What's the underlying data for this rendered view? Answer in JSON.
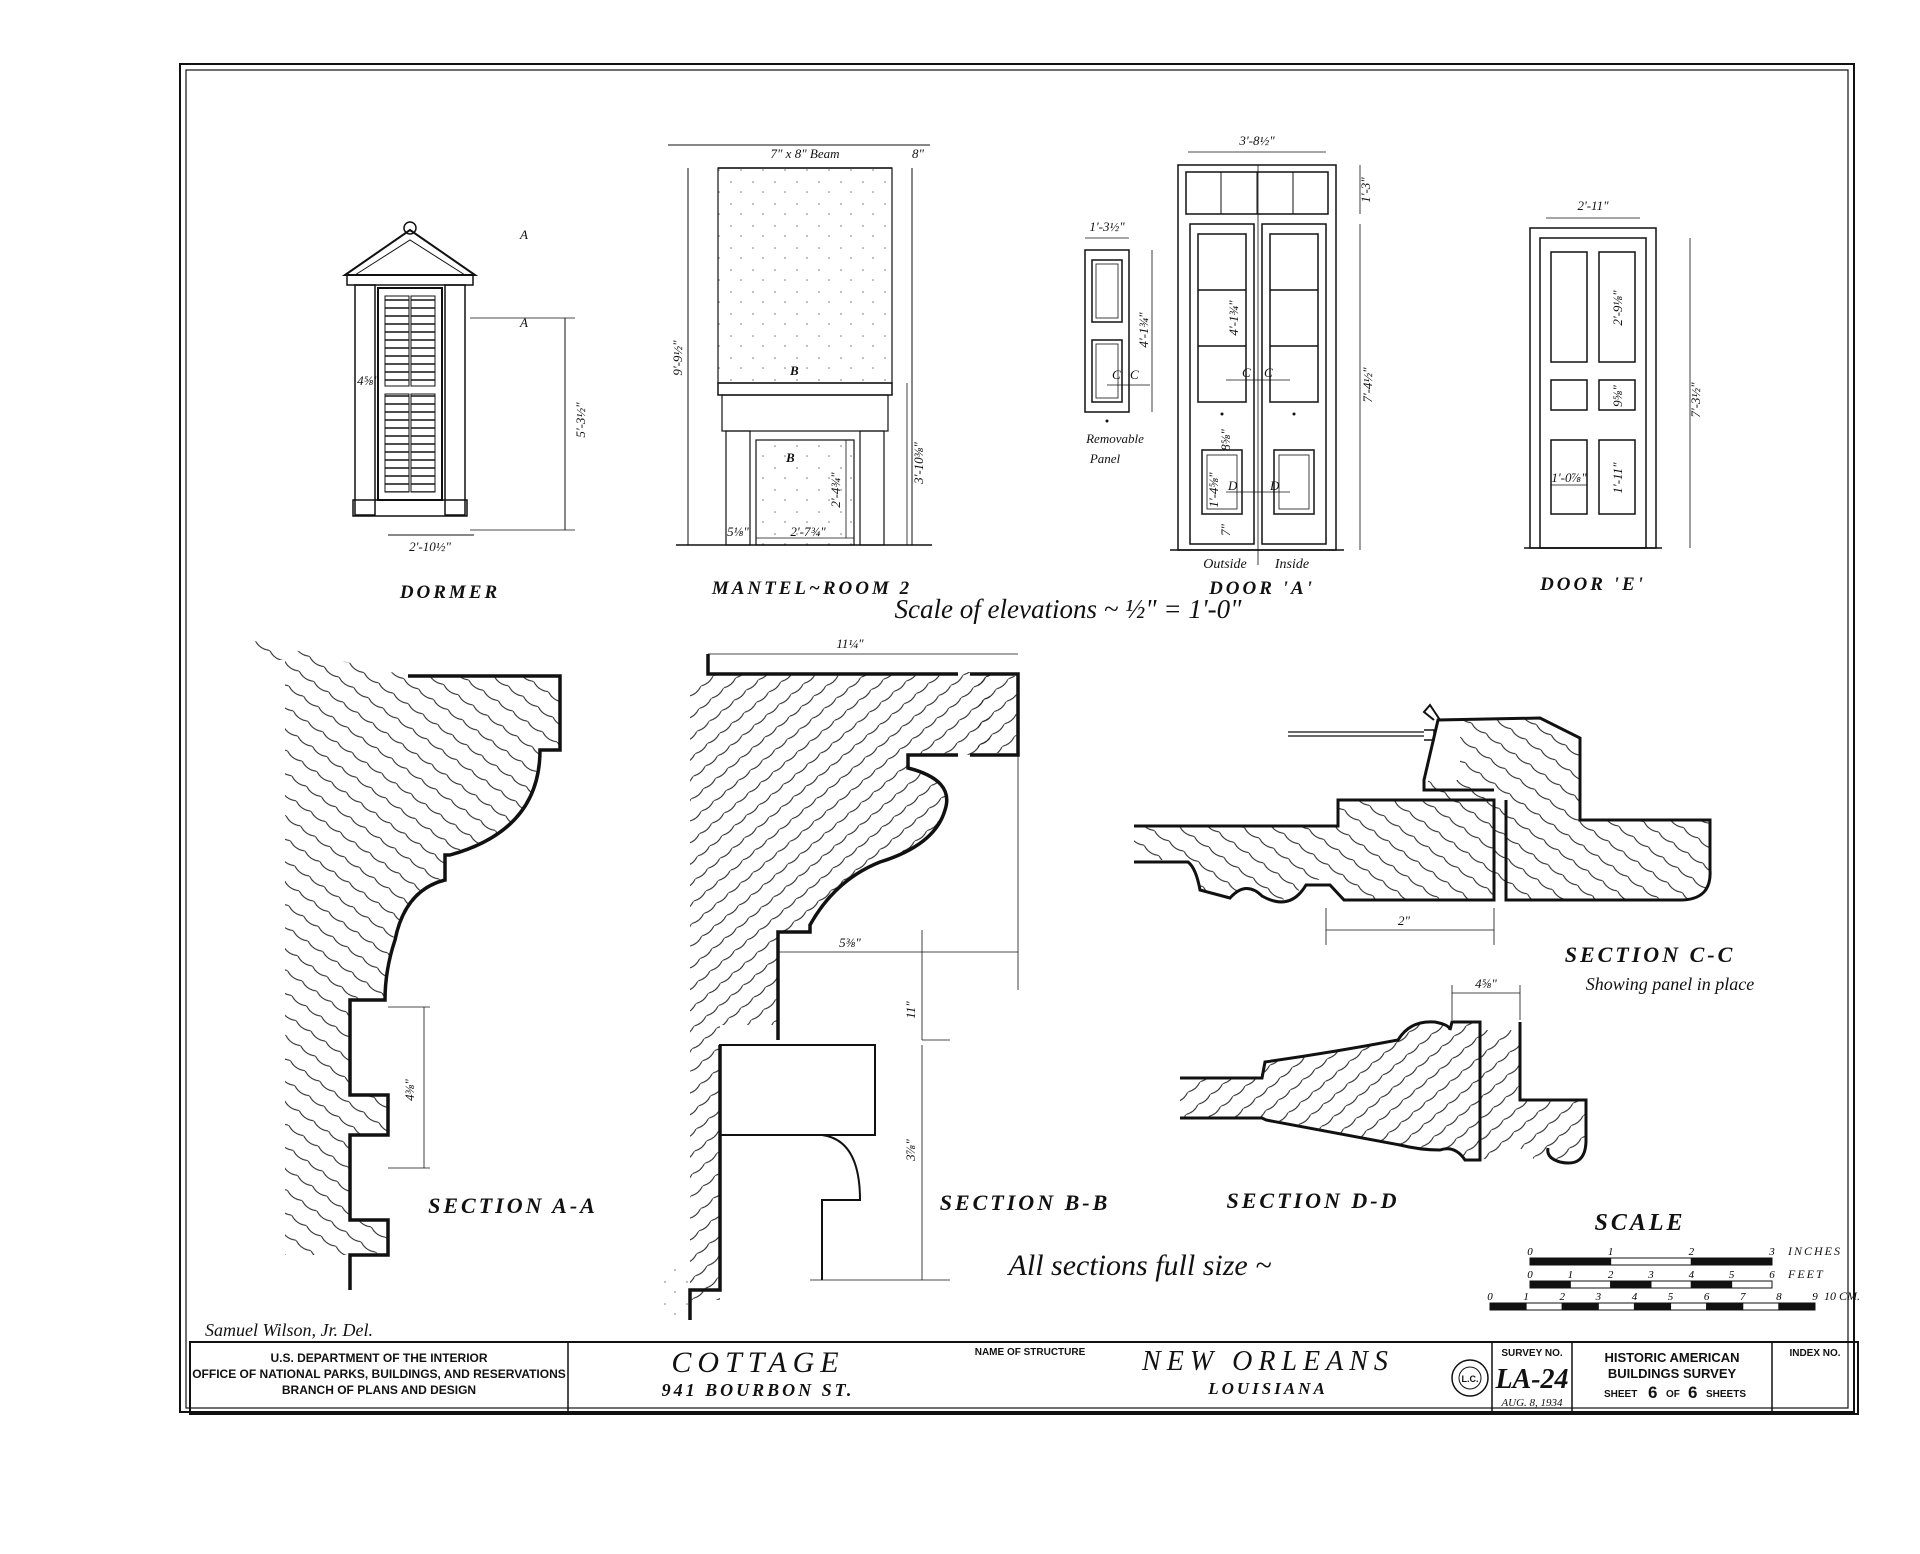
{
  "elevations": {
    "dormer": {
      "label": "DORMER",
      "mark_a": "A",
      "width": "2'-10½\"",
      "height": "5'-3½\"",
      "pilaster": "4⅝\""
    },
    "mantel": {
      "label": "MANTEL~ROOM 2",
      "beam": "7\" x 8\" Beam",
      "beam_dim": "8\"",
      "total_height": "9'-9½\"",
      "mantel_height": "3'-10⅜\"",
      "opening_width": "2'-7¾\"",
      "opening_height": "2'-4¾\"",
      "jamb": "5⅛\"",
      "mark_b": "B"
    },
    "door_a": {
      "label": "DOOR 'A'",
      "width": "3'-8½\"",
      "transom": "1'-3\"",
      "height": "7'-4½\"",
      "panel_height": "4'-1¾\"",
      "lower_panel": "1'-4⅝\"",
      "rail": "8⅝\"",
      "bottom": "7\"",
      "mark_c": "C",
      "mark_d": "D",
      "outside": "Outside",
      "inside": "Inside"
    },
    "removable_panel": {
      "label1": "Removable",
      "label2": "Panel",
      "width": "1'-3½\"",
      "height": "4'-1¾\""
    },
    "door_e": {
      "label": "DOOR 'E'",
      "width": "2'-11\"",
      "height": "7'-3½\"",
      "upper": "2'-9⅛\"",
      "middle": "9⅝\"",
      "lower": "1'-11\"",
      "lower_width": "1'-0⅞\""
    },
    "scale_note": "Scale of elevations ~ ½\" = 1'-0\""
  },
  "sections": {
    "aa": {
      "label": "SECTION A-A",
      "dim": "4⅜\""
    },
    "bb": {
      "label": "SECTION B-B",
      "top": "11¼\"",
      "mid": "5⅜\"",
      "height": "11\"",
      "lower": "3⅞\""
    },
    "cc": {
      "label": "SECTION C-C",
      "note": "Showing panel in place",
      "dim": "2\""
    },
    "dd": {
      "label": "SECTION D-D",
      "dim": "4⅝\""
    },
    "note": "All sections full size ~"
  },
  "scale_bar": {
    "title": "SCALE",
    "inches": {
      "label": "INCHES",
      "ticks": [
        "0",
        "1",
        "2",
        "3"
      ]
    },
    "feet": {
      "label": "FEET",
      "ticks": [
        "0",
        "1",
        "2",
        "3",
        "4",
        "5",
        "6"
      ]
    },
    "cm": {
      "label": "10 CM.",
      "ticks": [
        "0",
        "1",
        "2",
        "3",
        "4",
        "5",
        "6",
        "7",
        "8",
        "9"
      ]
    }
  },
  "delineator": "Samuel Wilson, Jr. Del.",
  "title_block": {
    "agency1": "U.S. DEPARTMENT OF THE INTERIOR",
    "agency2": "OFFICE OF NATIONAL PARKS, BUILDINGS, AND RESERVATIONS",
    "agency3": "BRANCH OF PLANS AND DESIGN",
    "structure_caption": "NAME OF STRUCTURE",
    "structure": "COTTAGE",
    "address": "941 BOURBON ST.",
    "city": "NEW ORLEANS",
    "state": "LOUISIANA",
    "seal": "L.C.",
    "survey_caption": "SURVEY NO.",
    "survey_no": "LA-24",
    "survey_date": "AUG. 8, 1934",
    "habs1": "HISTORIC AMERICAN",
    "habs2": "BUILDINGS SURVEY",
    "sheet_word": "SHEET",
    "sheet_no": "6",
    "of_word": "OF",
    "sheet_total": "6",
    "sheets_word": "SHEETS",
    "index_caption": "INDEX NO."
  }
}
